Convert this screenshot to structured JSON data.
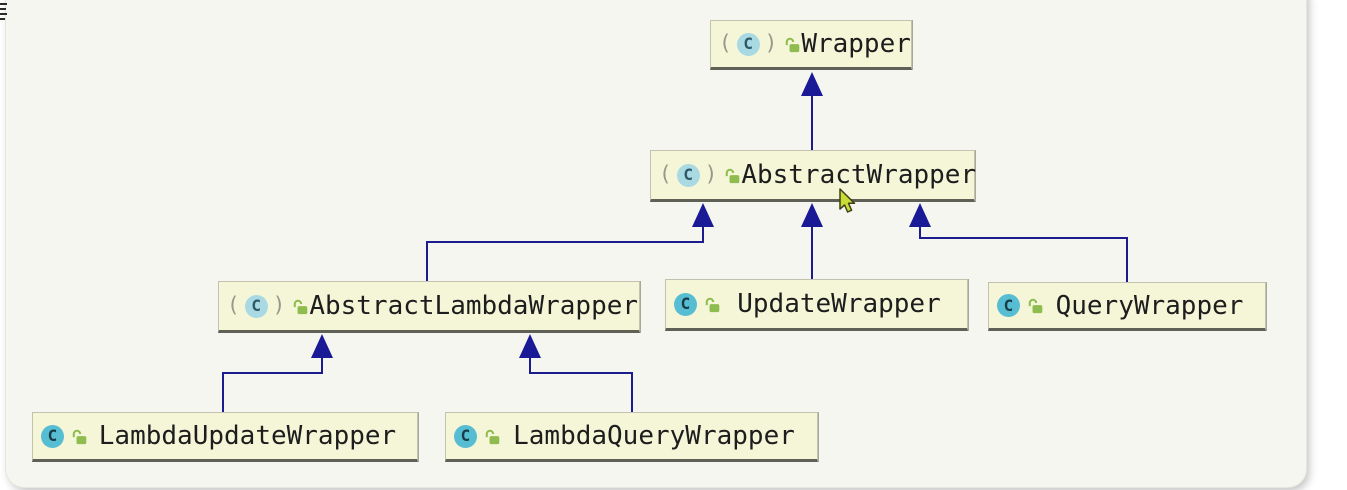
{
  "window": {
    "background": "#ffffff",
    "canvas_background": "#f6f6f1"
  },
  "diagram": {
    "type": "uml-class-hierarchy",
    "nodes": [
      {
        "id": "wrapper",
        "label": "Wrapper",
        "kind": "class",
        "abstract": true,
        "visibility": "public"
      },
      {
        "id": "abstract-wrapper",
        "label": "AbstractWrapper",
        "kind": "class",
        "abstract": true,
        "visibility": "public"
      },
      {
        "id": "abstract-lambda-wrapper",
        "label": "AbstractLambdaWrapper",
        "kind": "class",
        "abstract": true,
        "visibility": "public"
      },
      {
        "id": "update-wrapper",
        "label": "UpdateWrapper",
        "kind": "class",
        "abstract": false,
        "visibility": "public"
      },
      {
        "id": "query-wrapper",
        "label": "QueryWrapper",
        "kind": "class",
        "abstract": false,
        "visibility": "public"
      },
      {
        "id": "lambda-update-wrapper",
        "label": "LambdaUpdateWrapper",
        "kind": "class",
        "abstract": false,
        "visibility": "public"
      },
      {
        "id": "lambda-query-wrapper",
        "label": "LambdaQueryWrapper",
        "kind": "class",
        "abstract": false,
        "visibility": "public"
      }
    ],
    "edges": [
      {
        "from": "AbstractWrapper",
        "to": "Wrapper",
        "type": "extends"
      },
      {
        "from": "AbstractLambdaWrapper",
        "to": "AbstractWrapper",
        "type": "extends"
      },
      {
        "from": "UpdateWrapper",
        "to": "AbstractWrapper",
        "type": "extends"
      },
      {
        "from": "QueryWrapper",
        "to": "AbstractWrapper",
        "type": "extends"
      },
      {
        "from": "LambdaUpdateWrapper",
        "to": "AbstractLambdaWrapper",
        "type": "extends"
      },
      {
        "from": "LambdaQueryWrapper",
        "to": "AbstractLambdaWrapper",
        "type": "extends"
      }
    ],
    "icons": {
      "class_letter": "C",
      "paren_open": "(",
      "paren_close": ")",
      "lock": "unlocked-icon"
    },
    "colors": {
      "node_fill": "#f4f6d7",
      "node_border": "#c2c2ae",
      "node_shadow": "#5f6157",
      "edge": "#1c1c8e",
      "class_icon_teal": "#57bdd2",
      "abstract_icon_teal": "#a9d9e3",
      "lock_green": "#8fbc4f",
      "text": "#1d1d1d",
      "cursor_fill": "#c9dc33"
    }
  }
}
